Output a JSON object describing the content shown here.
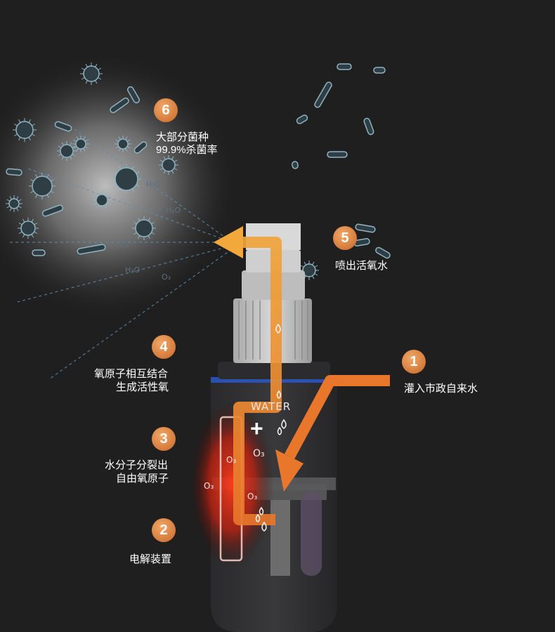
{
  "steps": [
    {
      "num": "1",
      "lines": [
        "灌入市政自来水"
      ]
    },
    {
      "num": "2",
      "lines": [
        "电解装置"
      ]
    },
    {
      "num": "3",
      "lines": [
        "水分子分裂出",
        "自由氧原子"
      ]
    },
    {
      "num": "4",
      "lines": [
        "氧原子相互结合",
        "生成活性氧"
      ]
    },
    {
      "num": "5",
      "lines": [
        "喷出活氧水"
      ]
    },
    {
      "num": "6",
      "lines": [
        "大部分菌种",
        "99.9%杀菌率"
      ]
    }
  ],
  "device_text": {
    "water": "WATER",
    "plus": "+"
  },
  "chem_labels": {
    "o3": "O₃",
    "h2o": "H₂O",
    "o3_alt": "O₃"
  },
  "colors": {
    "background": "#1f1f20",
    "badge": "#d57a3a",
    "flow_orange": "#e9782e",
    "flow_yellow": "#f2a83a",
    "electrode_red": "#e23b21",
    "bacteria": "#8fb4c2"
  }
}
